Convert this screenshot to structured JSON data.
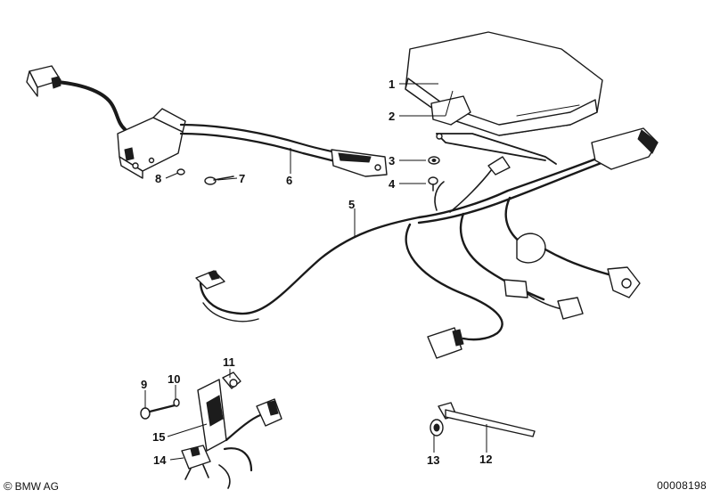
{
  "diagram": {
    "callouts": [
      "1",
      "2",
      "3",
      "4",
      "5",
      "6",
      "7",
      "8",
      "9",
      "10",
      "11",
      "12",
      "13",
      "14",
      "15"
    ]
  },
  "footer": {
    "copyright_symbol": "©",
    "copyright_text": "BMW AG",
    "diagram_id": "00008198"
  }
}
